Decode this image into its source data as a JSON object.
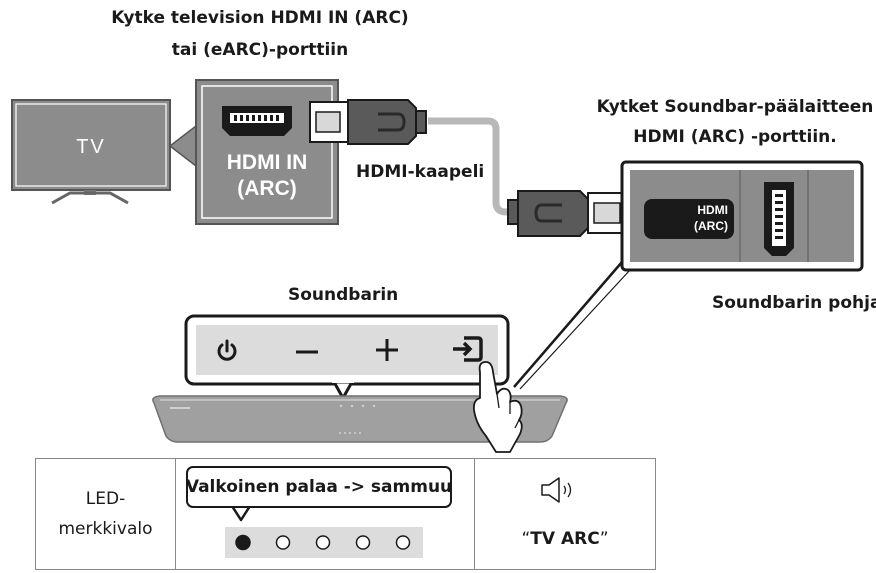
{
  "labels": {
    "tv_port_line1": "Kytke television HDMI IN (ARC)",
    "tv_port_line2": "tai (eARC)-porttiin",
    "soundbar_port_line1": "Kytket Soundbar-päälaitteen",
    "soundbar_port_line2": "HDMI (ARC) -porttiin.",
    "cable": "HDMI-kaapeli",
    "soundbar_top": "Soundbarin",
    "soundbar_bottom": "Soundbarin pohja"
  },
  "tv": {
    "label": "TV",
    "port_label_line1": "HDMI IN",
    "port_label_line2": "(ARC)"
  },
  "soundbar_port": {
    "label_line1": "HDMI",
    "label_line2": "(ARC)"
  },
  "buttons": {
    "power_icon": "power-icon",
    "minus_icon": "minus-icon",
    "plus_icon": "plus-icon",
    "source_icon": "source-input-icon"
  },
  "led_table": {
    "label_line1": "LED-",
    "label_line2": "merkkivalo",
    "status": "Valkoinen palaa -> sammuu",
    "leds_on": [
      true,
      false,
      false,
      false,
      false
    ],
    "voice_open_quote": "“",
    "voice_text": "TV ARC",
    "voice_close_quote": "”",
    "speaker_icon": "speaker-icon"
  },
  "colors": {
    "panel_gray": "#8c8c8c",
    "dark": "#1a1a1a",
    "cable_gray": "#b8b8b8"
  }
}
